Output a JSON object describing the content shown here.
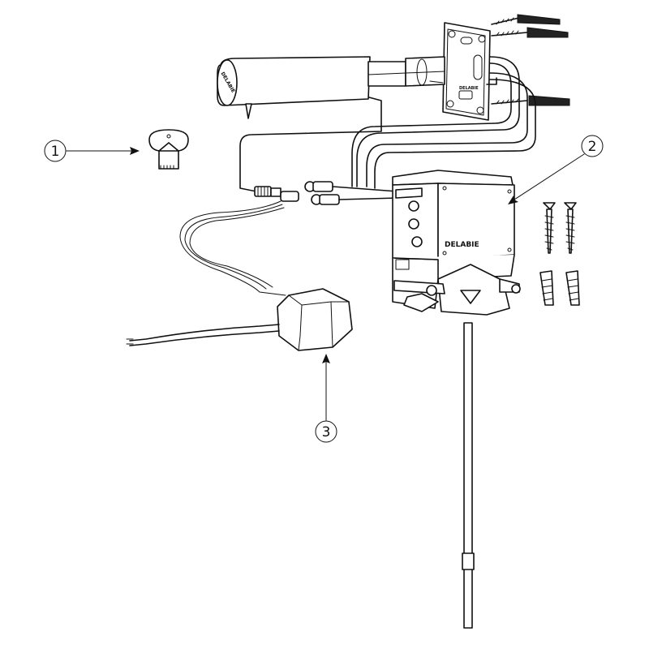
{
  "callouts": [
    {
      "number": "1"
    },
    {
      "number": "2"
    },
    {
      "number": "3"
    }
  ],
  "brand": {
    "box_label": "DELABIE",
    "spout_label": "DELABIE",
    "plate_label": "DELABIE"
  },
  "icons": [
    "key-icon",
    "screw-icon",
    "wall-plug-icon",
    "sensor-spout-icon",
    "electronics-box-icon",
    "power-supply-icon"
  ]
}
